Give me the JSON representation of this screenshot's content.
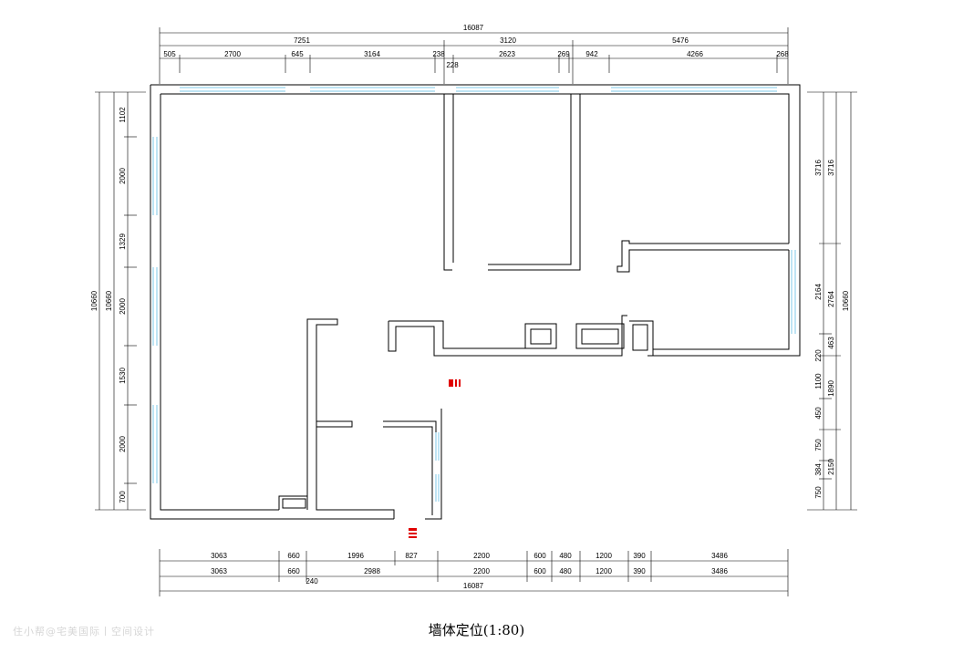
{
  "caption": "墙体定位(1:80)",
  "watermark": "住小帮@宅美国际丨空间设计",
  "colors": {
    "wall": "#000000",
    "window": "#7fc8e8",
    "marker": "#e00000"
  },
  "dimensions": {
    "top_total": "16087",
    "top_mid": [
      "7251",
      "3120",
      "5476"
    ],
    "top_inner": [
      "505",
      "2700",
      "645",
      "3164",
      "238",
      "2623",
      "269",
      "942",
      "4266",
      "268"
    ],
    "top_small": "228",
    "left_total": "10660",
    "left_total_2": "10660",
    "left_inner": [
      "1102",
      "2000",
      "1329",
      "2000",
      "1530",
      "2000",
      "700"
    ],
    "right_a": [
      "3716",
      "3716"
    ],
    "right_b": [
      "2164",
      "2764",
      "220",
      "463",
      "1100",
      "1890",
      "450",
      "750",
      "384",
      "2150",
      "750"
    ],
    "right_total": "10660",
    "bottom_row1": [
      "3063",
      "660",
      "1996",
      "827",
      "2200",
      "600",
      "480",
      "1200",
      "390",
      "3486"
    ],
    "bottom_row2": [
      "3063",
      "660",
      "2988",
      "2200",
      "600",
      "480",
      "1200",
      "390",
      "3486"
    ],
    "bottom_small": "240",
    "bottom_total": "16087"
  }
}
